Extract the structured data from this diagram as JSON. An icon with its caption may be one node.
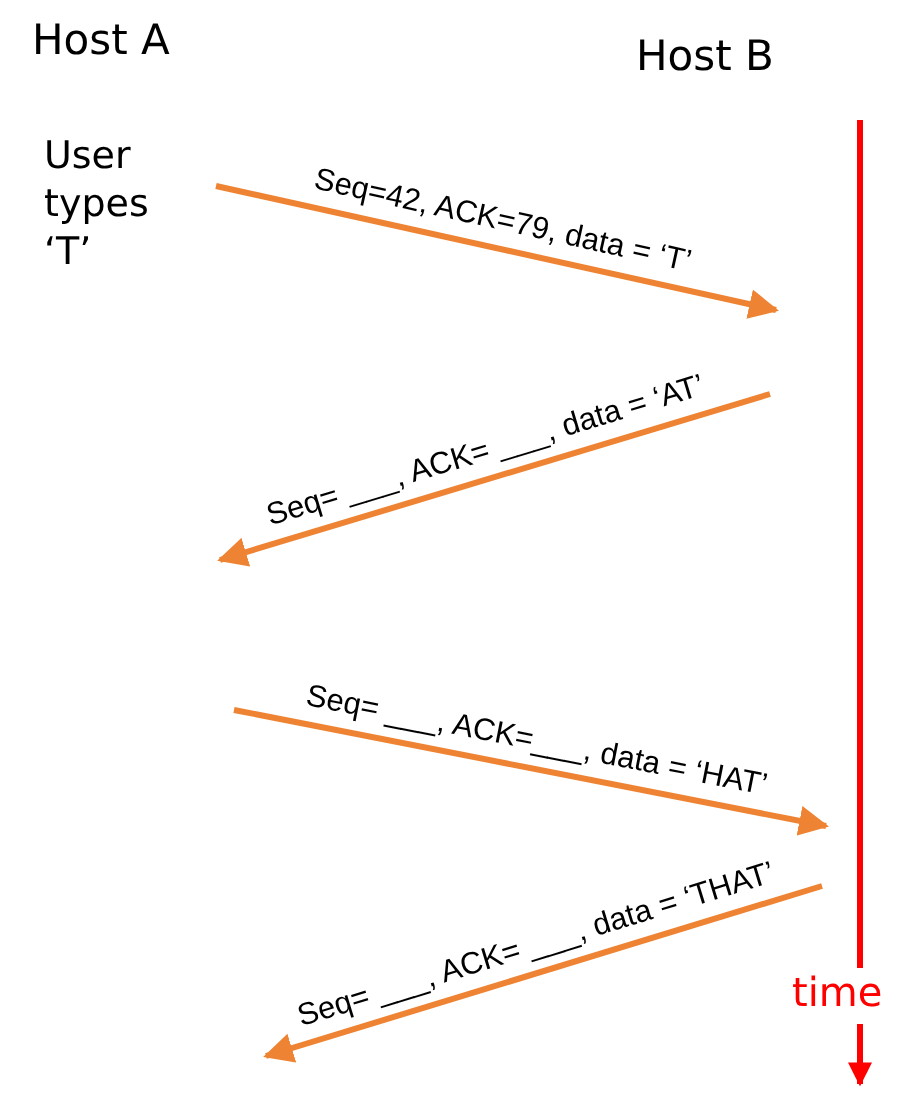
{
  "diagram": {
    "labels": [
      "Host A",
      "Host B",
      "User types ‘T’",
      "Seq=42, ACK=79, data = ‘T’",
      "Seq= ___, ACK= ___, data = ‘AT’",
      "Seq= ___, ACK=___, data = ‘HAT’",
      "Seq= ___, ACK= ___, data = ‘THAT’",
      "time"
    ]
  }
}
